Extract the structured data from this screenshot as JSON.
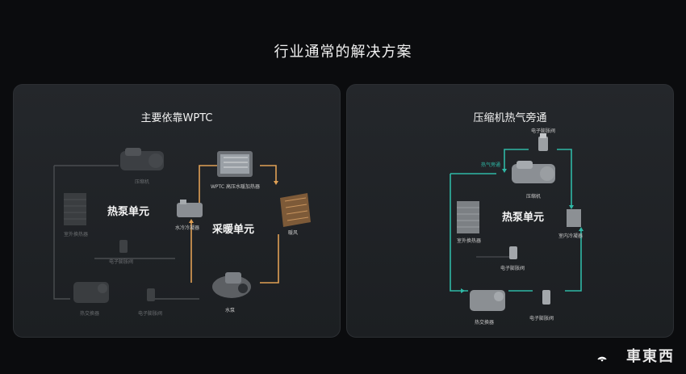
{
  "page_title": "行业通常的解决方案",
  "left": {
    "title": "主要依靠WPTC",
    "heat_pump_unit": "热泵单元",
    "heating_unit": "采暖单元",
    "labels": {
      "compressor": "压缩机",
      "wptc": "WPTC 高压水暖加热器",
      "water_condenser": "水冷冷凝器",
      "heater_core": "暖风",
      "outdoor_hx": "室外换热器",
      "exv": "电子膨胀阀",
      "chiller": "热交换器",
      "exv2": "电子膨胀阀",
      "pump": "水泵"
    }
  },
  "right": {
    "title": "压缩机热气旁通",
    "heat_pump_unit": "热泵单元",
    "labels": {
      "exv_top": "电子膨胀阀",
      "hot_gas": "热气旁通",
      "compressor": "压缩机",
      "outdoor_hx": "室外换热器",
      "indoor_condenser": "室内冷凝器",
      "exv_mid": "电子膨胀阀",
      "chiller": "热交换器",
      "exv_bottom": "电子膨胀阀"
    }
  },
  "watermark": "車東西",
  "colors": {
    "orange_flow": "#e0a055",
    "teal_flow": "#2fb8a6",
    "dim_flow": "#4a4d50"
  }
}
